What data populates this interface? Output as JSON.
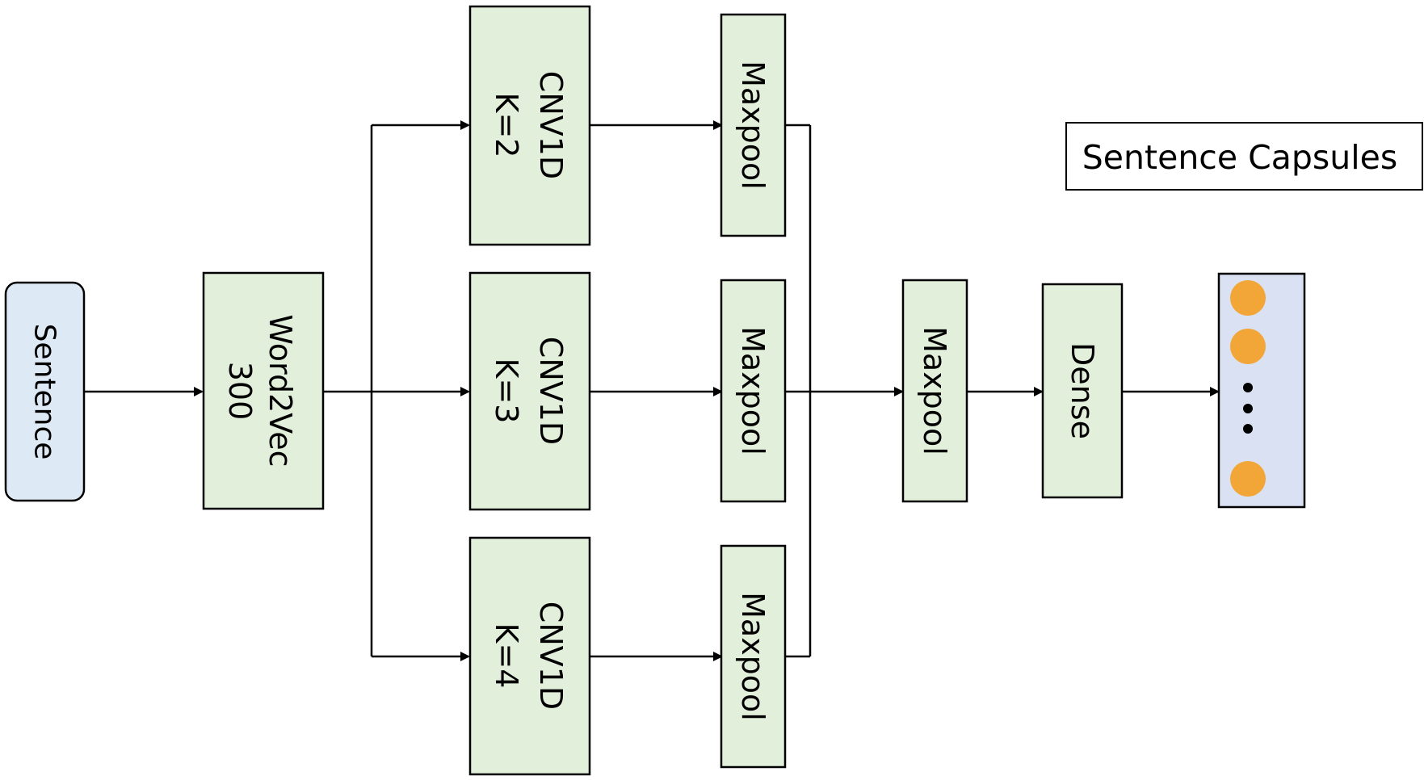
{
  "colors": {
    "block_fill": "#e2efda",
    "input_fill": "#dee9f6",
    "capsule_panel_fill": "#d9e1f2",
    "capsule_dot": "#f1a637",
    "stroke": "#000000"
  },
  "nodes": {
    "sentence": {
      "label": "Sentence"
    },
    "word2vec": {
      "line1": "Word2Vec",
      "line2": "300"
    },
    "conv_k2": {
      "line1": "CNV1D",
      "line2": "K=2"
    },
    "conv_k3": {
      "line1": "CNV1D",
      "line2": "K=3"
    },
    "conv_k4": {
      "line1": "CNV1D",
      "line2": "K=4"
    },
    "maxpool_top": {
      "label": "Maxpool"
    },
    "maxpool_mid": {
      "label": "Maxpool"
    },
    "maxpool_bottom": {
      "label": "Maxpool"
    },
    "maxpool_merge": {
      "label": "Maxpool"
    },
    "dense": {
      "label": "Dense"
    }
  },
  "capsules": {
    "title": "Sentence Capsules",
    "dot_count_before_ellipsis": 2,
    "dot_count_after_ellipsis": 1
  }
}
